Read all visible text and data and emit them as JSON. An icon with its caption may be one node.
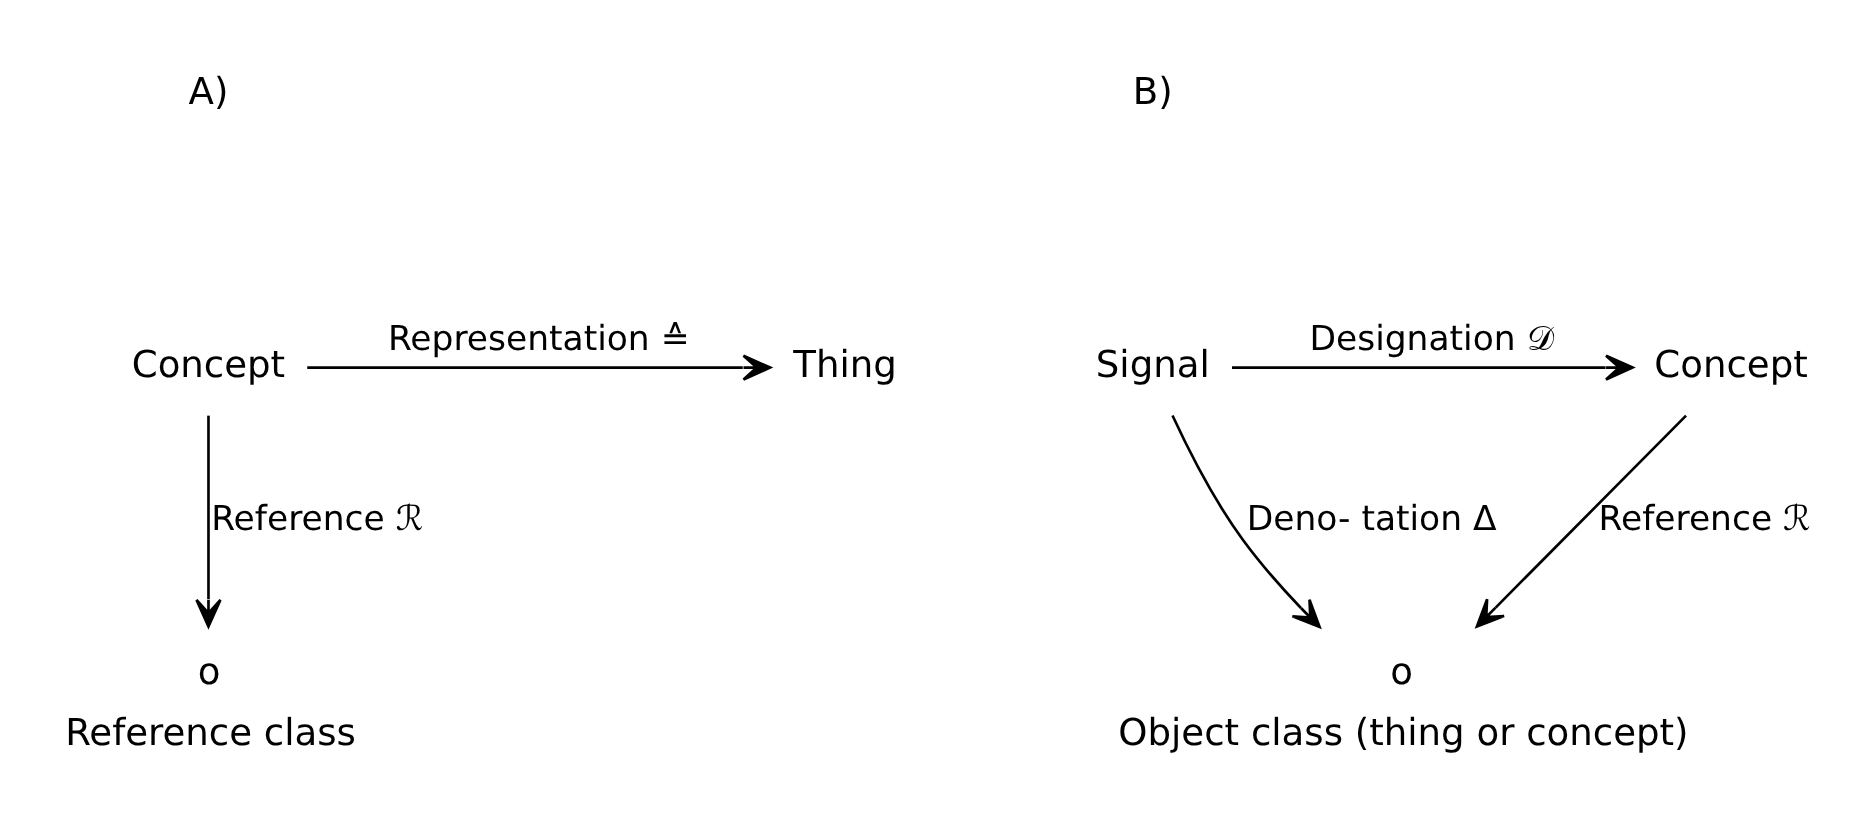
{
  "diagram": {
    "nodes": [
      {
        "text": [
          "Thing"
        ]
      },
      {
        "text": [
          "Concept"
        ]
      },
      {
        "text": [
          "o"
        ],
        "beside": [
          "Reference class"
        ]
      },
      {
        "text": [
          "Signal"
        ]
      },
      {
        "text": [
          "Concept"
        ]
      },
      {
        "text": [
          "o"
        ],
        "beside": [
          "Object class (thing or concept)"
        ]
      }
    ],
    "edges": [
      {
        "from": 1,
        "to": 0,
        "arrow": "to",
        "label": "Representation ≙"
      },
      {
        "from": 1,
        "to": 2,
        "arrow": "to",
        "label": "Reference ℛ"
      },
      {
        "from": 3,
        "to": 4,
        "arrow": "to",
        "label": "Designation 𝒟"
      },
      {
        "from": 3,
        "to": 5,
        "arrow": "to",
        "label": "Deno- tation Δ"
      },
      {
        "from": 4,
        "to": 5,
        "arrow": "to",
        "label": "Reference ℛ"
      }
    ],
    "labels": [
      "A)",
      "B)"
    ]
  }
}
